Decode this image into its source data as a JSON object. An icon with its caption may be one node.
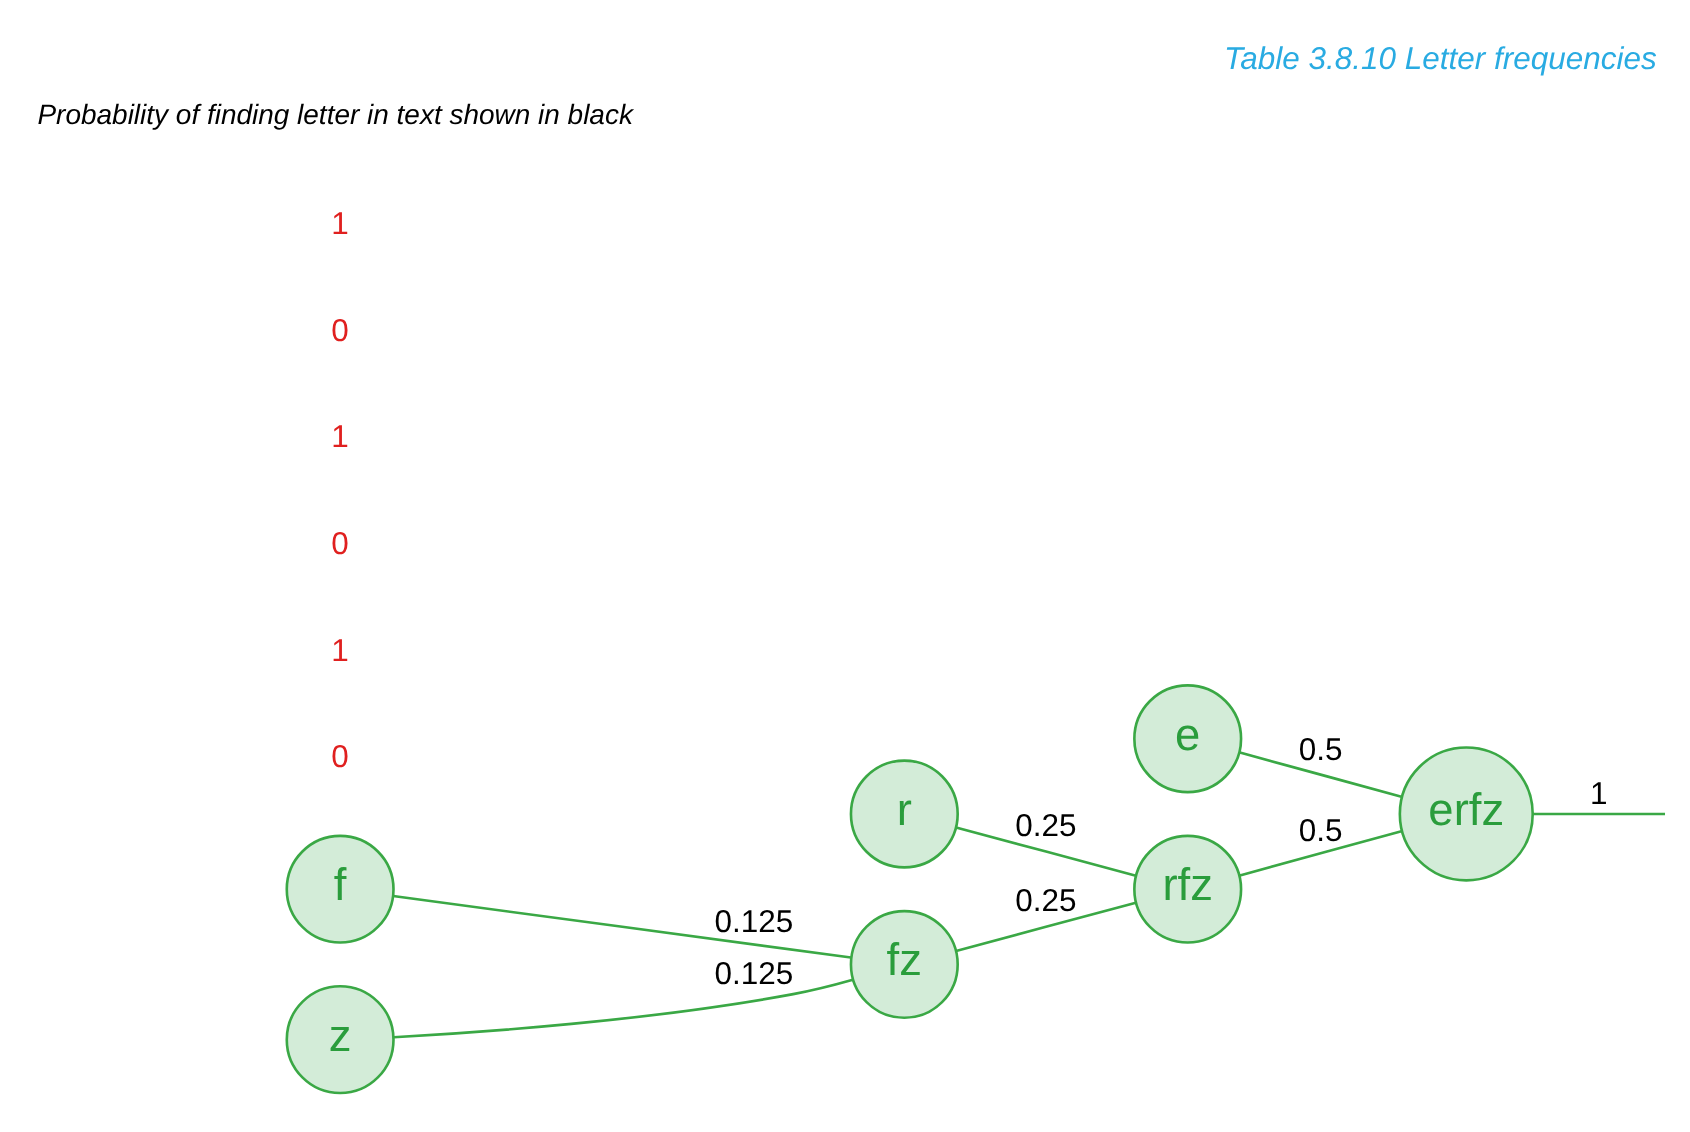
{
  "diagram": {
    "title": "Table 3.8.10 Letter frequencies",
    "nodes": [
      {
        "text": [
          "e"
        ]
      },
      {
        "text": [
          "r"
        ]
      },
      {
        "text": [
          "f"
        ]
      },
      {
        "text": [
          "z"
        ]
      },
      {
        "text": [
          "fz"
        ]
      },
      {
        "text": [
          "rfz"
        ]
      },
      {
        "text": [
          "erfz"
        ]
      }
    ],
    "edges": [
      {
        "from": 0,
        "to": 6,
        "arrow": "none",
        "label": "0.5"
      },
      {
        "from": 1,
        "to": 5,
        "arrow": "none",
        "label": "0.25"
      },
      {
        "from": 2,
        "to": 4,
        "arrow": "none",
        "label": "0.125"
      },
      {
        "from": 3,
        "to": 4,
        "arrow": "none",
        "label": "0.125"
      },
      {
        "from": 4,
        "to": 5,
        "arrow": "none",
        "label": "0.25"
      },
      {
        "from": 5,
        "to": 6,
        "arrow": "none",
        "label": "0.5"
      },
      {
        "from": 6,
        "to": null,
        "arrow": "none",
        "label": "1"
      }
    ],
    "labels": [
      "0",
      "1",
      "0",
      "1",
      "0",
      "1",
      "Probability of finding letter in text shown in black"
    ]
  }
}
